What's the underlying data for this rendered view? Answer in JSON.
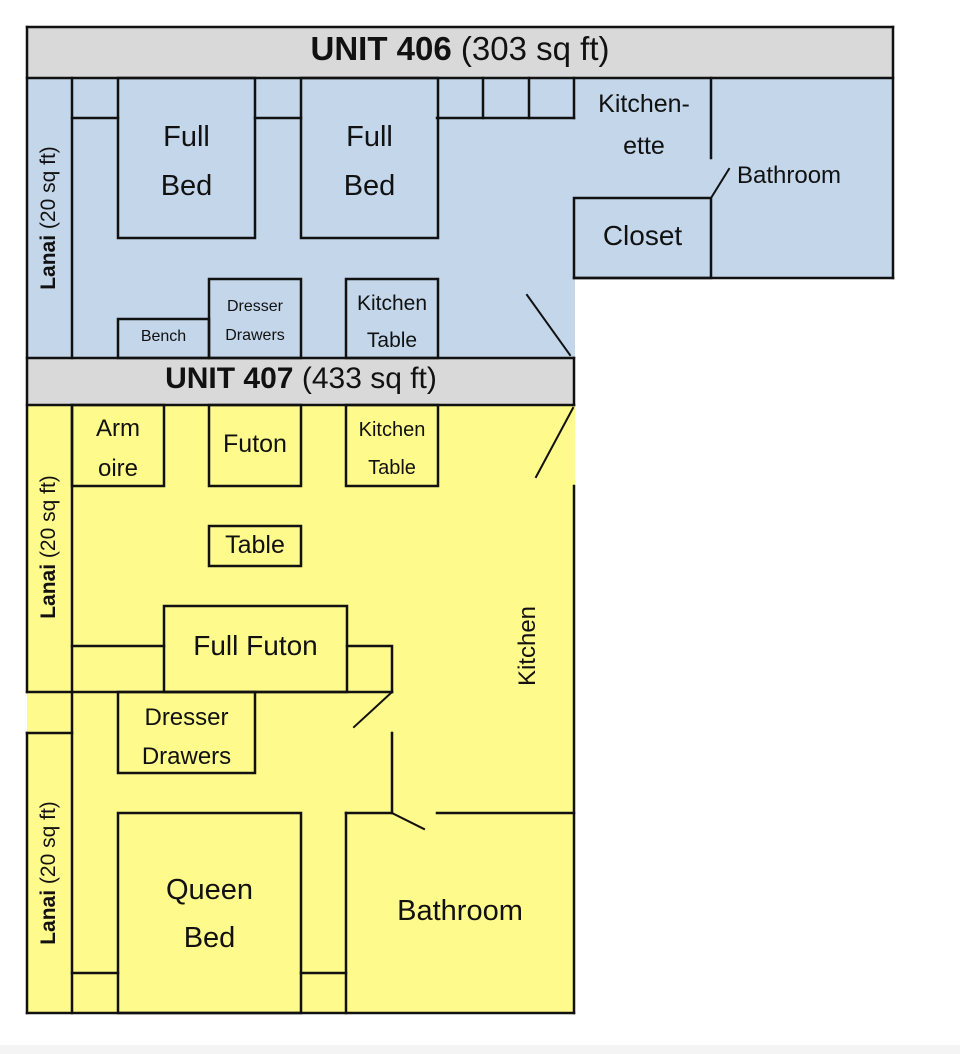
{
  "units": [
    {
      "id": "406",
      "title_bold": "UNIT 406",
      "title_area": "(303 sq ft)",
      "fill_color": "#c3d6ea",
      "lanai": {
        "label_bold": "Lanai",
        "label_area": "(20 sq ft)"
      },
      "rooms": {
        "kitchenette_line1": "Kitchen-",
        "kitchenette_line2": "ette",
        "bathroom": "Bathroom",
        "closet": "Closet"
      },
      "furniture": {
        "full_bed_1": [
          "Full",
          "Bed"
        ],
        "full_bed_2": [
          "Full",
          "Bed"
        ],
        "bench": "Bench",
        "dresser": [
          "Dresser",
          "Drawers"
        ],
        "kitchen_table": [
          "Kitchen",
          "Table"
        ]
      }
    },
    {
      "id": "407",
      "title_bold": "UNIT 407",
      "title_area": "(433 sq ft)",
      "fill_color": "#fefa8c",
      "lanais": [
        {
          "label_bold": "Lanai",
          "label_area": "(20 sq ft)"
        },
        {
          "label_bold": "Lanai",
          "label_area": "(20 sq ft)"
        }
      ],
      "rooms": {
        "kitchen": "Kitchen",
        "bathroom": "Bathroom"
      },
      "furniture": {
        "armoire": [
          "Arm",
          "oire"
        ],
        "futon": "Futon",
        "kitchen_table": [
          "Kitchen",
          "Table"
        ],
        "table": "Table",
        "full_futon": "Full Futon",
        "dresser": [
          "Dresser",
          "Drawers"
        ],
        "queen_bed": [
          "Queen",
          "Bed"
        ]
      }
    }
  ],
  "colors": {
    "header_gray": "#d9d9d9",
    "wall": "#111111"
  }
}
